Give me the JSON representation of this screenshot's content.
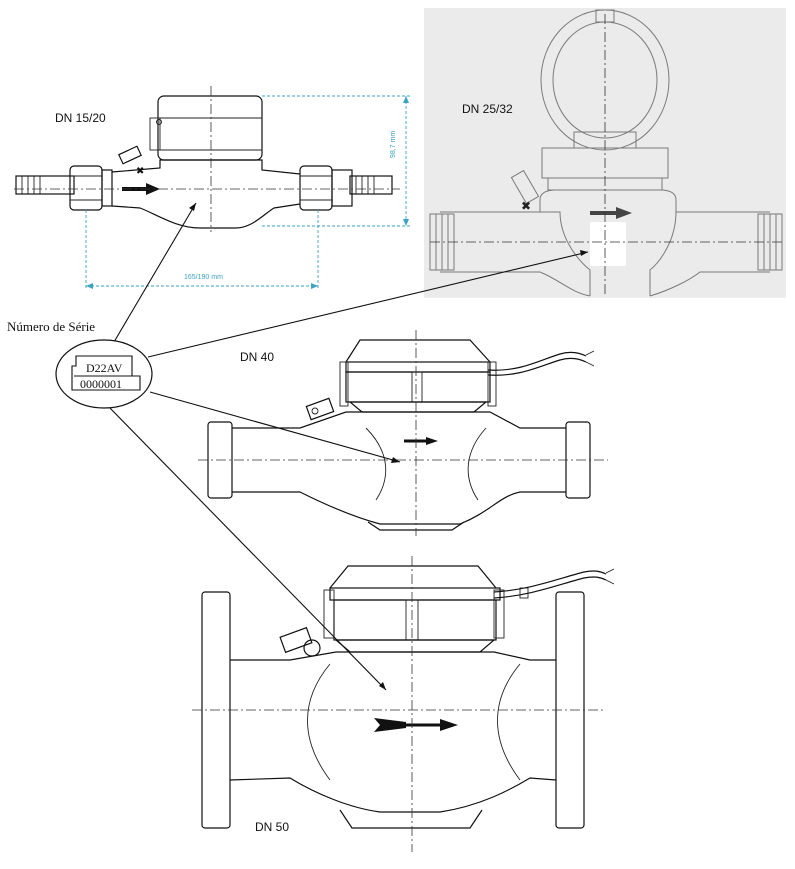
{
  "labels": {
    "dn15": "DN 15/20",
    "dn25": "DN 25/32",
    "dn40": "DN 40",
    "dn50": "DN 50",
    "serial_title": "Número de Série",
    "serial_code": "D22AV",
    "serial_number": "0000001",
    "dim_height": "98,7 mm",
    "dim_length": "165/190 mm"
  },
  "colors": {
    "dimension": "#3aa3c9",
    "photo_background": "#ebebeb"
  }
}
